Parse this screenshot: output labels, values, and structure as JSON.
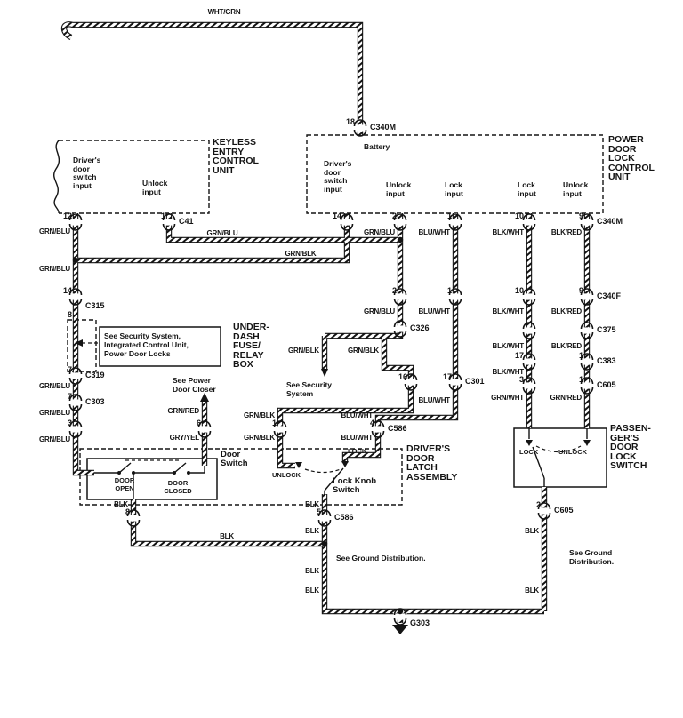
{
  "pins": {
    "n1": "1",
    "n2": "2",
    "n3": "3",
    "n4": "4",
    "n5": "5",
    "n6": "6",
    "n7": "7",
    "n8": "8",
    "n9": "9",
    "n10": "10",
    "n12": "12",
    "n14": "14",
    "n16": "16",
    "n17": "17",
    "n18": "18"
  },
  "connectors": {
    "c41": "C41",
    "c340m": "C340M",
    "c340f": "C340F",
    "c315": "C315",
    "c326": "C326",
    "c375": "C375",
    "c383": "C383",
    "c605": "C605",
    "c301": "C301",
    "c319": "C319",
    "c303": "C303",
    "c586": "C586",
    "g303": "G303"
  },
  "wires": {
    "wht_grn": "WHT/GRN",
    "grn_blu": "GRN/BLU",
    "grn_blk": "GRN/BLK",
    "blu_wht": "BLU/WHT",
    "blk_wht": "BLK/WHT",
    "blk_red": "BLK/RED",
    "grn_red": "GRN/RED",
    "gry_yel": "GRY/YEL",
    "grn_wht": "GRN/WHT",
    "blk": "BLK"
  },
  "units": {
    "keyless_title": "KEYLESS\nENTRY\nCONTROL\nUNIT",
    "power_title": "POWER\nDOOR\nLOCK\nCONTROL\nUNIT",
    "fuse_box_title": "UNDER-\nDASH\nFUSE/\nRELAY\nBOX",
    "latch_title": "DRIVER'S\nDOOR\nLATCH\nASSEMBLY",
    "passenger_title": "PASSEN-\nGER'S\nDOOR\nLOCK\nSWITCH",
    "battery": "Battery",
    "driver_door_switch_input": "Driver's\ndoor\nswitch\ninput",
    "unlock_input": "Unlock\ninput",
    "lock_input": "Lock\ninput",
    "door_switch": "Door\nSwitch",
    "lock_knob_switch": "Lock Knob\nSwitch",
    "door_open": "DOOR\nOPEN",
    "door_closed": "DOOR\nCLOSED",
    "lock": "LOCK",
    "unlock": "UNLOCK"
  },
  "notes": {
    "security_ref": "See Security System,\nIntegrated Control Unit,\nPower Door Locks",
    "power_door_closer": "See Power\nDoor Closer",
    "see_security": "See Security\nSystem",
    "ground_distribution": "See Ground Distribution.",
    "ground_distribution_2": "See Ground\nDistribution."
  },
  "colors": {
    "ink": "#141414",
    "paper": "#ffffff"
  }
}
